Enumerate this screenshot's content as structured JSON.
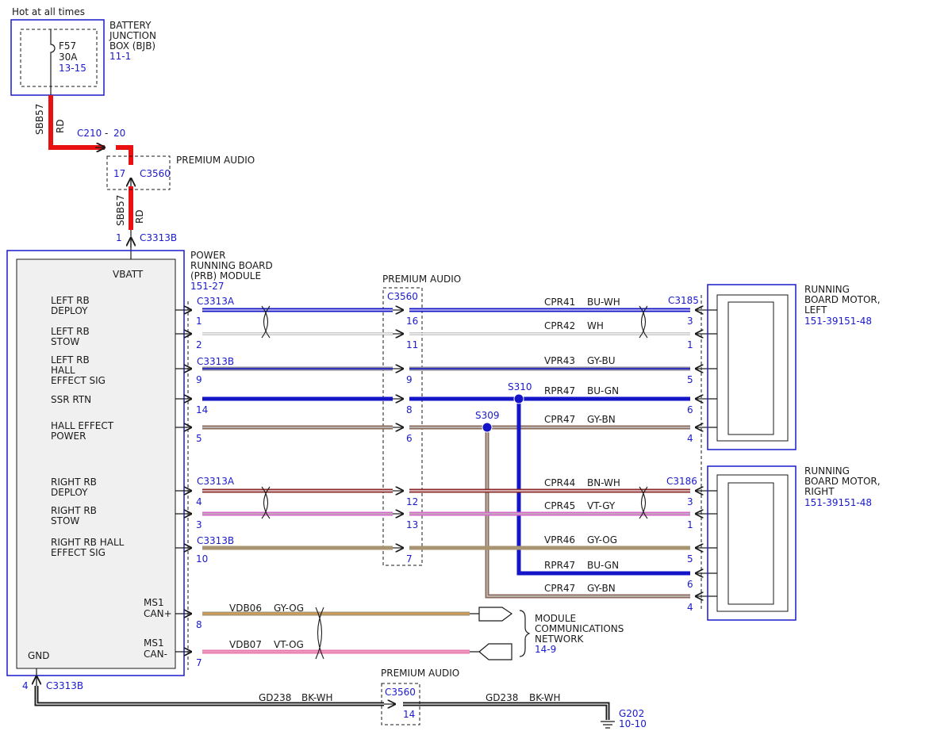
{
  "top": {
    "hot": "Hot at all times"
  },
  "bjb": {
    "fuse_id": "F57",
    "fuse_amp": "30A",
    "fuse_ref": "13-15",
    "name_l1": "BATTERY",
    "name_l2": "JUNCTION",
    "name_l3": "BOX (BJB)",
    "ref": "11-1"
  },
  "feed": {
    "circuit": "SBB57",
    "color": "RD",
    "c210": "C210",
    "c210_dash": "-",
    "c210_pin": "20",
    "c3560_label": "PREMIUM AUDIO",
    "c3560_pin": "17",
    "c3560": "C3560",
    "circuit2": "SBB57",
    "color2": "RD",
    "c3313b_pin": "1",
    "c3313b": "C3313B"
  },
  "module": {
    "name_l1": "POWER",
    "name_l2": "RUNNING BOARD",
    "name_l3": "(PRB) MODULE",
    "ref": "151-27",
    "vbatt": "VBATT",
    "pins": {
      "l_deploy_1": "LEFT RB",
      "l_deploy_2": "DEPLOY",
      "l_stow_1": "LEFT RB",
      "l_stow_2": "STOW",
      "l_hall_1": "LEFT RB",
      "l_hall_2": "HALL",
      "l_hall_3": "EFFECT SIG",
      "ssr": "SSR RTN",
      "hall_pwr_1": "HALL EFFECT",
      "hall_pwr_2": "POWER",
      "r_deploy_1": "RIGHT RB",
      "r_deploy_2": "DEPLOY",
      "r_stow_1": "RIGHT RB",
      "r_stow_2": "STOW",
      "r_hall_1": "RIGHT RB HALL",
      "r_hall_2": "EFFECT SIG",
      "can_p_1": "MS1",
      "can_p_2": "CAN+",
      "can_n_1": "MS1",
      "can_n_2": "CAN-",
      "gnd": "GND"
    }
  },
  "connectors": {
    "c3313a_1": "C3313A",
    "c3313b_1": "C3313B",
    "c3313a_2": "C3313A",
    "c3313b_2": "C3313B",
    "c3560_mid_label": "PREMIUM AUDIO",
    "c3560_mid": "C3560",
    "c3185": "C3185",
    "c3186": "C3186",
    "s310": "S310",
    "s309": "S309"
  },
  "wires": [
    {
      "mod_pin": "1",
      "c3560_pin": "16",
      "circuit": "CPR41",
      "color": "BU-WH",
      "motor_pin": "3"
    },
    {
      "mod_pin": "2",
      "c3560_pin": "11",
      "circuit": "CPR42",
      "color": "WH",
      "motor_pin": "1"
    },
    {
      "mod_pin": "9",
      "c3560_pin": "9",
      "circuit": "VPR43",
      "color": "GY-BU",
      "motor_pin": "5"
    },
    {
      "mod_pin": "14",
      "c3560_pin": "8",
      "circuit": "RPR47",
      "color": "BU-GN",
      "motor_pin": "6"
    },
    {
      "mod_pin": "5",
      "c3560_pin": "6",
      "circuit": "CPR47",
      "color": "GY-BN",
      "motor_pin": "4"
    },
    {
      "mod_pin": "4",
      "c3560_pin": "12",
      "circuit": "CPR44",
      "color": "BN-WH",
      "motor_pin": "3"
    },
    {
      "mod_pin": "3",
      "c3560_pin": "13",
      "circuit": "CPR45",
      "color": "VT-GY",
      "motor_pin": "1"
    },
    {
      "mod_pin": "10",
      "c3560_pin": "7",
      "circuit": "VPR46",
      "color": "GY-OG",
      "motor_pin": "5"
    },
    {
      "circuit": "RPR47",
      "color": "BU-GN",
      "motor_pin": "6"
    },
    {
      "circuit": "CPR47",
      "color": "GY-BN",
      "motor_pin": "4"
    }
  ],
  "can": [
    {
      "mod_pin": "8",
      "circuit": "VDB06",
      "color": "GY-OG"
    },
    {
      "mod_pin": "7",
      "circuit": "VDB07",
      "color": "VT-OG"
    }
  ],
  "network": {
    "l1": "MODULE",
    "l2": "COMMUNICATIONS",
    "l3": "NETWORK",
    "ref": "14-9"
  },
  "motor_left": {
    "l1": "RUNNING",
    "l2": "BOARD MOTOR,",
    "l3": "LEFT",
    "ref": "151-39151-48"
  },
  "motor_right": {
    "l1": "RUNNING",
    "l2": "BOARD MOTOR,",
    "l3": "RIGHT",
    "ref": "151-39151-48"
  },
  "ground": {
    "pin": "4",
    "conn": "C3313B",
    "c3560_label": "PREMIUM AUDIO",
    "c3560": "C3560",
    "c3560_pin": "14",
    "circuit1": "GD238",
    "color1": "BK-WH",
    "circuit2": "GD238",
    "color2": "BK-WH",
    "g": "G202",
    "g_ref": "10-10"
  },
  "colors": {
    "link": "#1a1acc",
    "red": "#e81010",
    "blue": "#1414c8"
  }
}
